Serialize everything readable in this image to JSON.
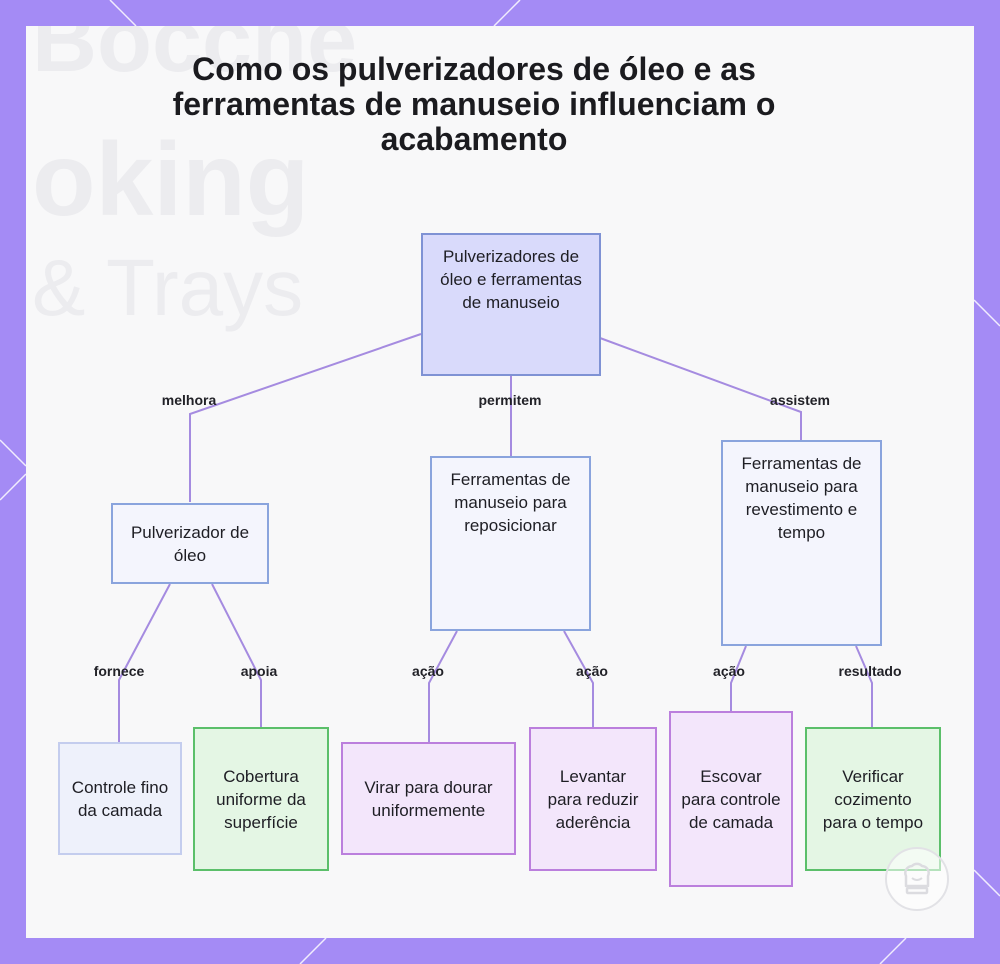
{
  "title": "Como os pulverizadores de óleo e as ferramentas de manuseio influenciam o acabamento",
  "background_watermark": [
    "Bocche",
    "oking",
    "& Trays"
  ],
  "colors": {
    "frame": "#a48bf5",
    "edge": "#a58be0",
    "root_fill": "#d9dafb",
    "green_border": "#5bbf6a",
    "purple_border": "#bb7fdd"
  },
  "nodes": {
    "root": "Pulverizadores de óleo e ferramentas de manuseio",
    "oil_sprayer": "Pulverizador de óleo",
    "reposition_tools": "Ferramentas de manuseio para reposicionar",
    "coating_tools": "Ferramentas de manuseio para revestimento e tempo",
    "fine_control": "Controle fino da camada",
    "uniform_coverage": "Cobertura uniforme da superfície",
    "flip_brown": "Virar para dourar uniformemente",
    "lift_reduce": "Levantar para reduzir aderência",
    "brush_control": "Escovar para controle de camada",
    "check_cooking": "Verificar cozimento para o tempo"
  },
  "edge_labels": {
    "improves": "melhora",
    "allow": "permitem",
    "assist": "assistem",
    "provides": "fornece",
    "supports": "apoia",
    "action_1": "ação",
    "action_2": "ação",
    "action_3": "ação",
    "result": "resultado"
  },
  "logo_icon": "chef-hat-logo-icon"
}
